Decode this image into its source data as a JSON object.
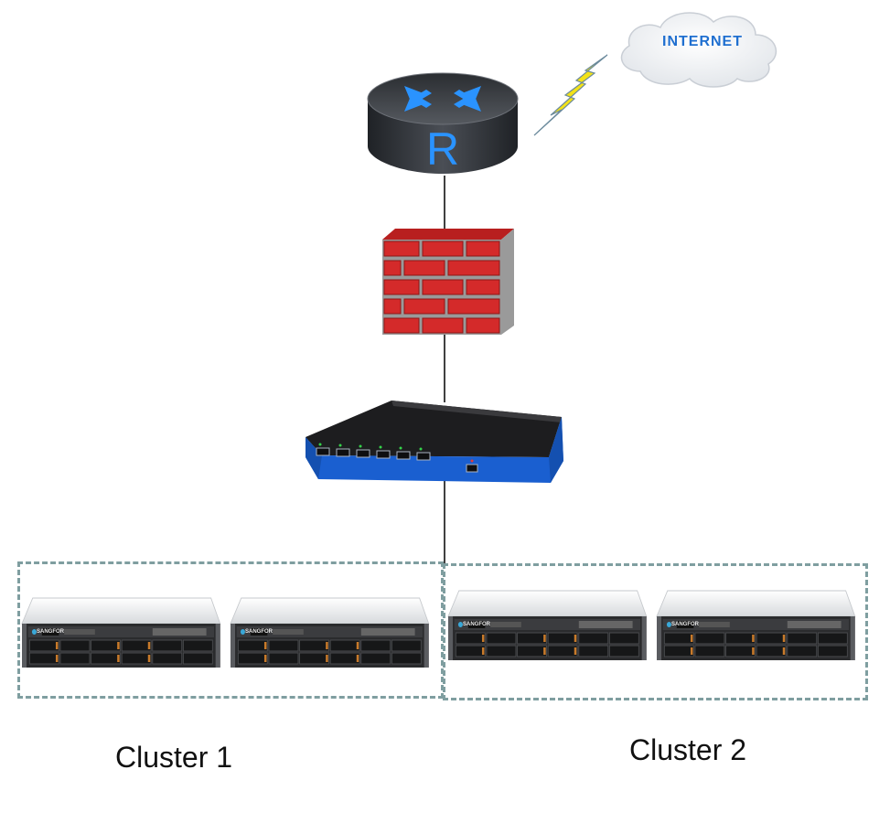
{
  "diagram": {
    "internet_label": "INTERNET",
    "router_letter": "R",
    "clusters": [
      {
        "label": "Cluster 1",
        "servers": [
          {
            "brand": "SANGFOR"
          },
          {
            "brand": "SANGFOR"
          }
        ]
      },
      {
        "label": "Cluster 2",
        "servers": [
          {
            "brand": "SANGFOR"
          },
          {
            "brand": "SANGFOR"
          }
        ]
      }
    ]
  },
  "colors": {
    "router_body": "#3a3d42",
    "router_arrows": "#1e90ff",
    "firewall_brick": "#d42a2a",
    "firewall_mortar": "#9a9a9a",
    "switch_body": "#1a5fd0",
    "switch_top": "#1c1c1c",
    "cluster_border": "#7f9ea0",
    "lightning": "#f2e218"
  },
  "icons": [
    "cloud-icon",
    "lightning-icon",
    "router-icon",
    "firewall-icon",
    "switch-icon",
    "server-icon"
  ]
}
